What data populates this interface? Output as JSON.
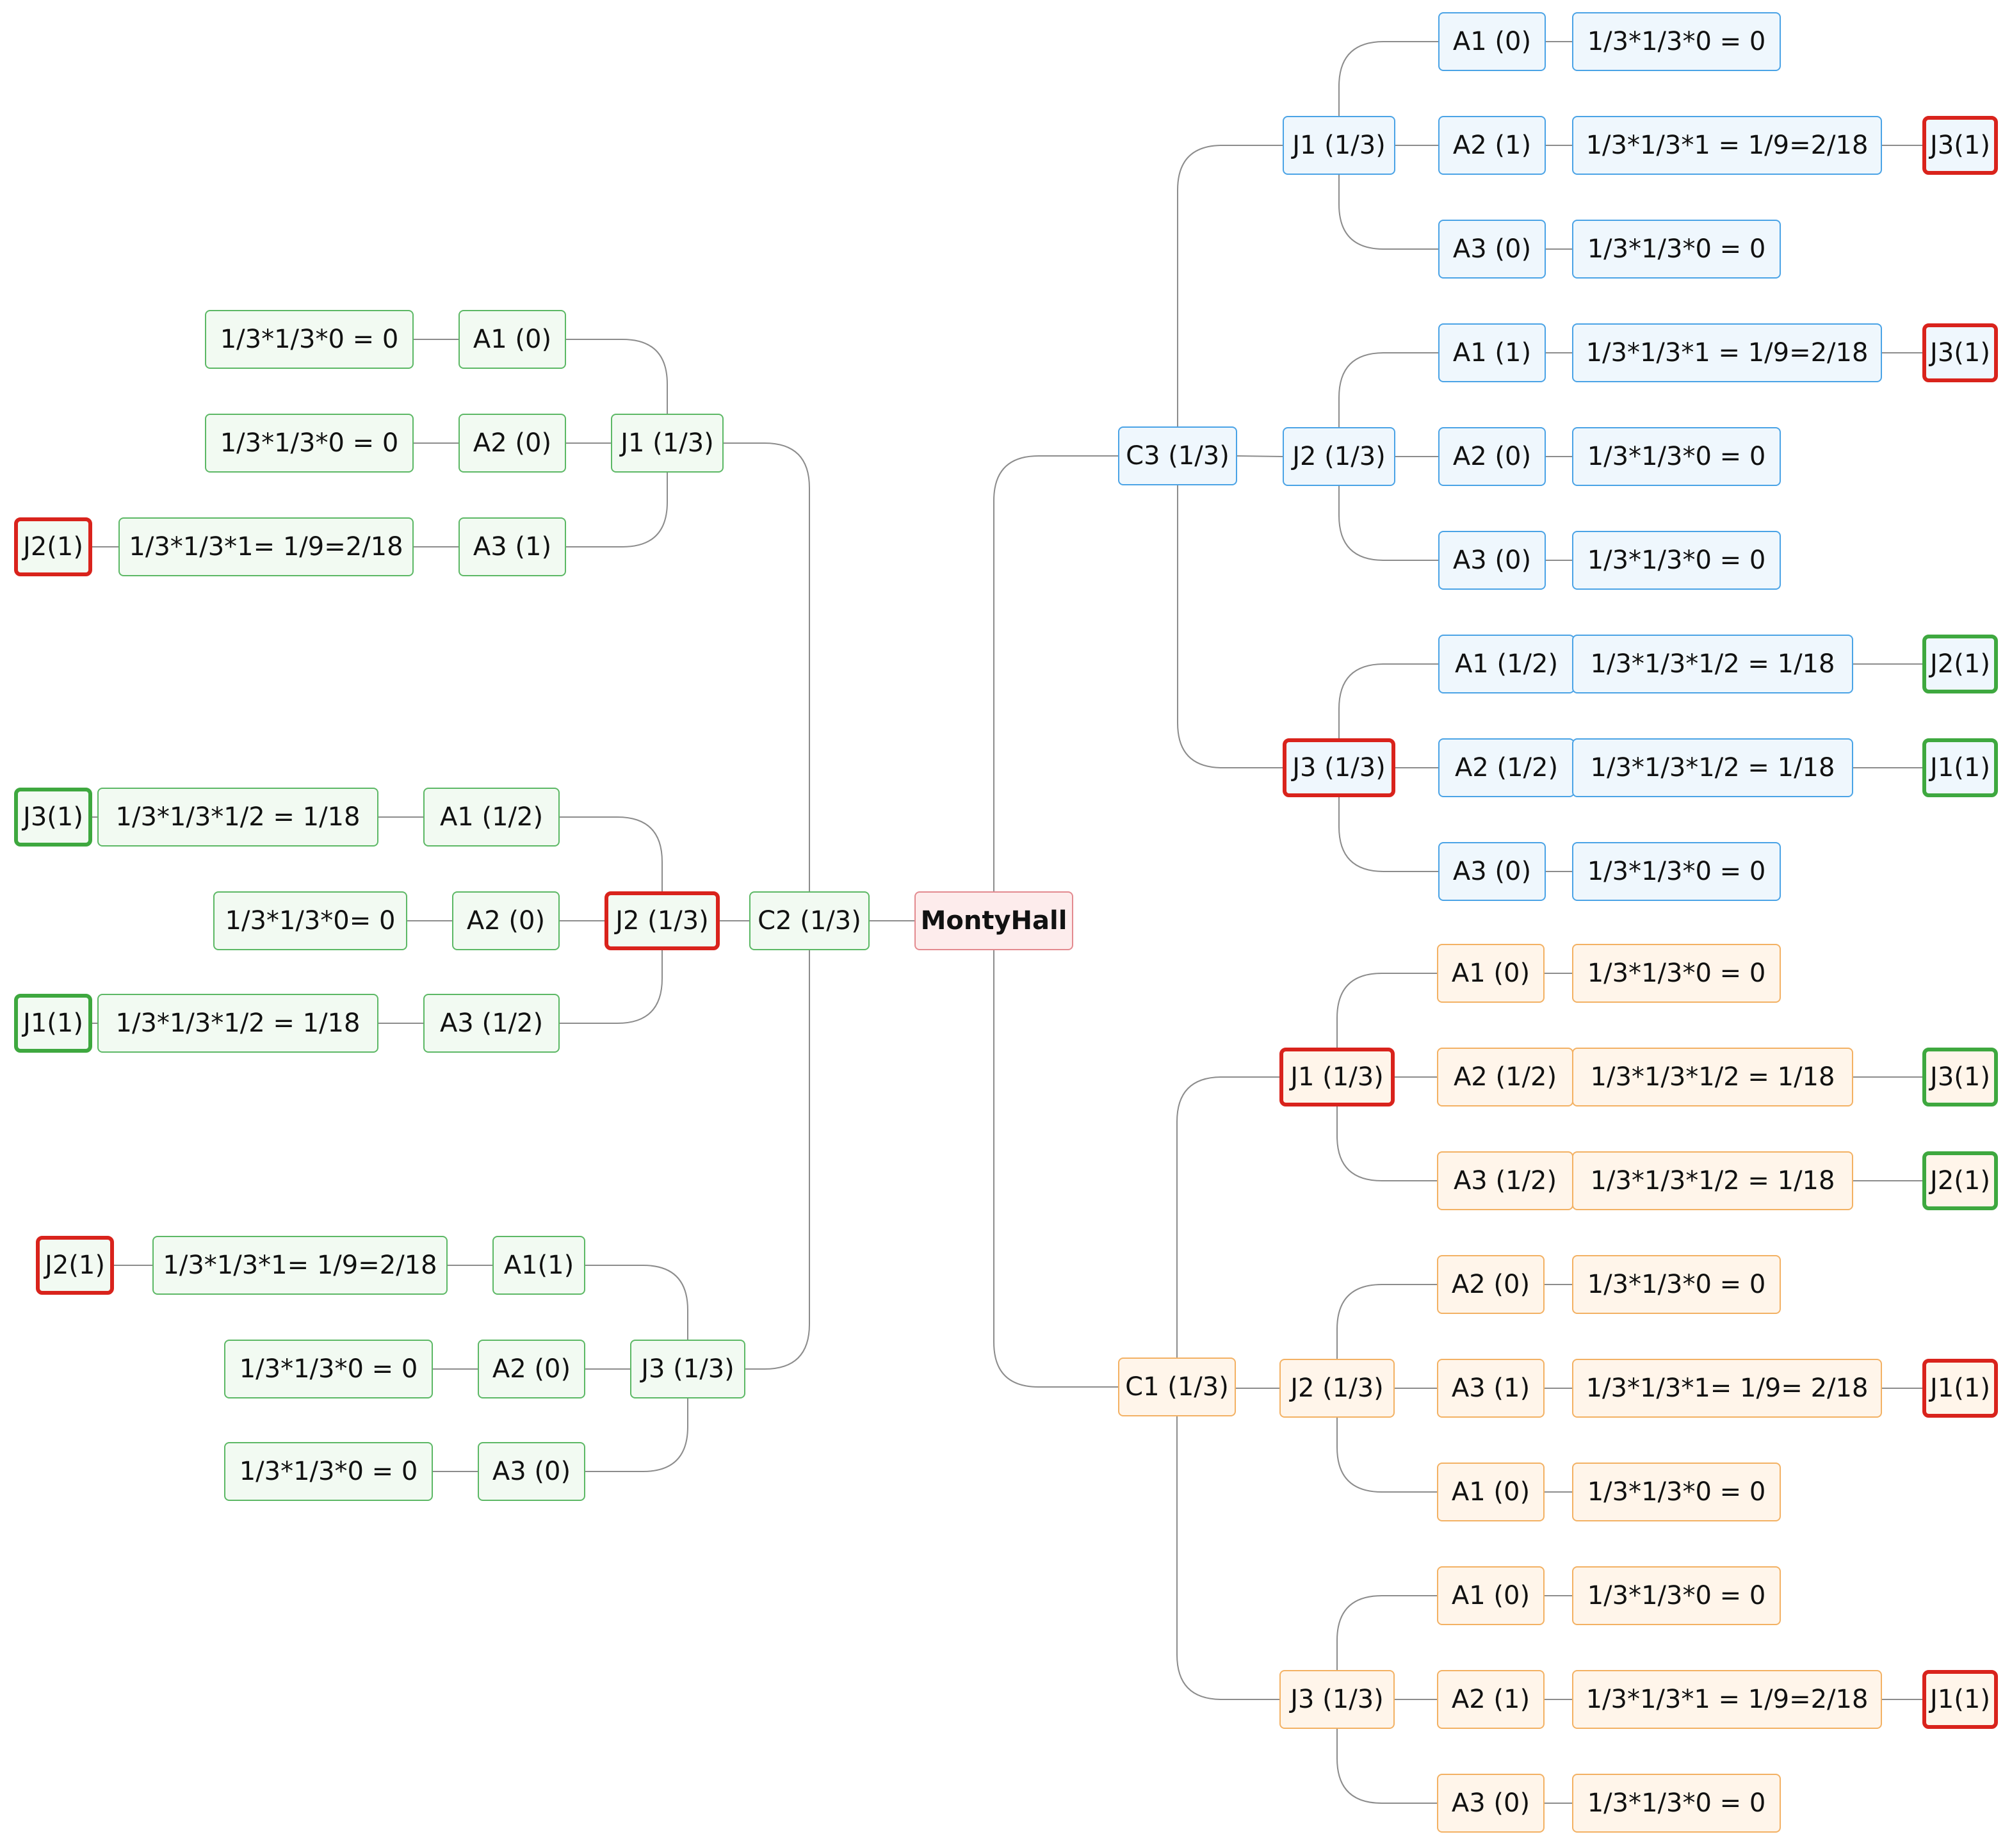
{
  "diagram": {
    "root": "MontyHall",
    "branches": [
      {
        "label": "C3 (1/3)",
        "color": "#4aa3e6",
        "children": [
          {
            "label": "J1 (1/3)",
            "children": [
              {
                "label": "A1 (0)",
                "calc": "1/3*1/3*0 = 0"
              },
              {
                "label": "A2 (1)",
                "calc": "1/3*1/3*1 = 1/9=2/18",
                "result": "J3(1)",
                "result_kind": "red"
              },
              {
                "label": "A3 (0)",
                "calc": "1/3*1/3*0 = 0"
              }
            ]
          },
          {
            "label": "J2 (1/3)",
            "children": [
              {
                "label": "A1 (1)",
                "calc": "1/3*1/3*1 = 1/9=2/18",
                "result": "J3(1)",
                "result_kind": "red"
              },
              {
                "label": "A2 (0)",
                "calc": "1/3*1/3*0 = 0"
              },
              {
                "label": "A3 (0)",
                "calc": "1/3*1/3*0 = 0"
              }
            ]
          },
          {
            "label": "J3 (1/3)",
            "highlight": "red",
            "children": [
              {
                "label": "A1 (1/2)",
                "calc": "1/3*1/3*1/2 = 1/18",
                "result": "J2(1)",
                "result_kind": "green"
              },
              {
                "label": "A2 (1/2)",
                "calc": "1/3*1/3*1/2 = 1/18",
                "result": "J1(1)",
                "result_kind": "green"
              },
              {
                "label": "A3 (0)",
                "calc": "1/3*1/3*0 = 0"
              }
            ]
          }
        ]
      },
      {
        "label": "C1 (1/3)",
        "color": "#f3b163",
        "children": [
          {
            "label": "J1 (1/3)",
            "highlight": "red",
            "children": [
              {
                "label": "A1 (0)",
                "calc": "1/3*1/3*0 = 0"
              },
              {
                "label": "A2 (1/2)",
                "calc": "1/3*1/3*1/2 = 1/18",
                "result": "J3(1)",
                "result_kind": "green"
              },
              {
                "label": "A3 (1/2)",
                "calc": "1/3*1/3*1/2 = 1/18",
                "result": "J2(1)",
                "result_kind": "green"
              }
            ]
          },
          {
            "label": "J2 (1/3)",
            "children": [
              {
                "label": "A2 (0)",
                "calc": "1/3*1/3*0 = 0"
              },
              {
                "label": "A3 (1)",
                "calc": "1/3*1/3*1= 1/9= 2/18",
                "result": "J1(1)",
                "result_kind": "red"
              },
              {
                "label": "A1 (0)",
                "calc": "1/3*1/3*0 = 0"
              }
            ]
          },
          {
            "label": "J3 (1/3)",
            "children": [
              {
                "label": "A1 (0)",
                "calc": "1/3*1/3*0 = 0"
              },
              {
                "label": "A2 (1)",
                "calc": "1/3*1/3*1 = 1/9=2/18",
                "result": "J1(1)",
                "result_kind": "red"
              },
              {
                "label": "A3 (0)",
                "calc": "1/3*1/3*0 = 0"
              }
            ]
          }
        ]
      },
      {
        "label": "C2 (1/3)",
        "color": "#5cb865",
        "children": [
          {
            "label": "J1 (1/3)",
            "children": [
              {
                "label": "A1 (0)",
                "calc": "1/3*1/3*0 = 0"
              },
              {
                "label": "A2 (0)",
                "calc": "1/3*1/3*0 = 0"
              },
              {
                "label": "A3 (1)",
                "calc": "1/3*1/3*1= 1/9=2/18",
                "result": "J2(1)",
                "result_kind": "red"
              }
            ]
          },
          {
            "label": "J2 (1/3)",
            "highlight": "red",
            "children": [
              {
                "label": "A1 (1/2)",
                "calc": "1/3*1/3*1/2 = 1/18",
                "result": "J3(1)",
                "result_kind": "green"
              },
              {
                "label": "A2 (0)",
                "calc": "1/3*1/3*0= 0"
              },
              {
                "label": "A3 (1/2)",
                "calc": "1/3*1/3*1/2 = 1/18",
                "result": "J1(1)",
                "result_kind": "green"
              }
            ]
          },
          {
            "label": "J3 (1/3)",
            "children": [
              {
                "label": "A1(1)",
                "calc": "1/3*1/3*1= 1/9=2/18",
                "result": "J2(1)",
                "result_kind": "red"
              },
              {
                "label": "A2 (0)",
                "calc": "1/3*1/3*0 = 0"
              },
              {
                "label": "A3 (0)",
                "calc": "1/3*1/3*0 = 0"
              }
            ]
          }
        ]
      }
    ]
  }
}
